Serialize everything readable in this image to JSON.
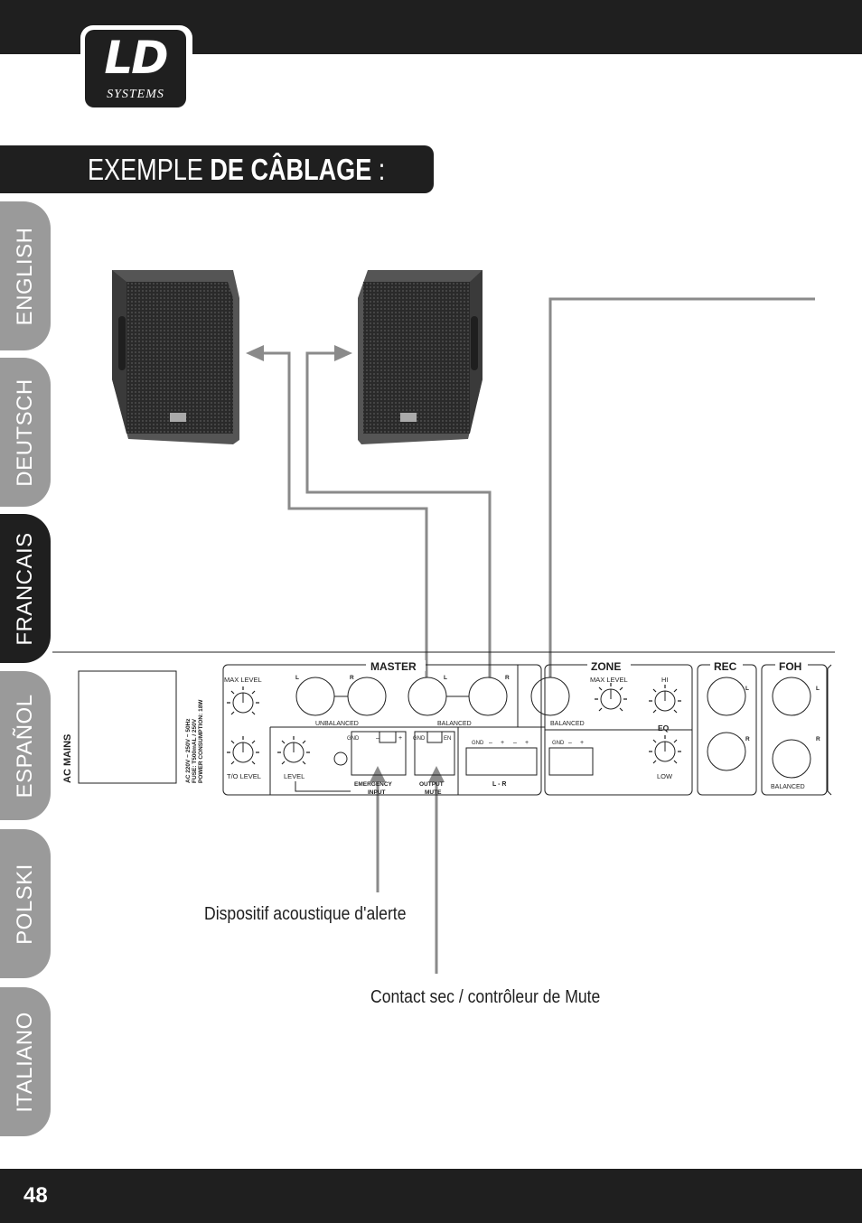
{
  "brand": {
    "logo_text": "LD",
    "logo_subtext": "SYSTEMS"
  },
  "page": {
    "title_light": "EXEMPLE",
    "title_bold": "DE CÂBLAGE",
    "title_suffix": " :",
    "number": "48"
  },
  "language_tabs": [
    {
      "label": "ENGLISH",
      "active": false
    },
    {
      "label": "DEUTSCH",
      "active": false
    },
    {
      "label": "FRANCAIS",
      "active": true
    },
    {
      "label": "ESPAÑOL",
      "active": false
    },
    {
      "label": "POLSKI",
      "active": false
    },
    {
      "label": "ITALIANO",
      "active": false
    }
  ],
  "panel": {
    "ac_mains": "AC MAINS",
    "spec_lines": [
      "AC 220V ~ 250V ~ 50Hz",
      "FUSE: T500mAL / 250V",
      "POWER CONSUMPTION: 18W"
    ],
    "sections": {
      "master": "MASTER",
      "zone": "ZONE",
      "rec": "REC",
      "foh": "FOH"
    },
    "labels": {
      "max_level": "MAX LEVEL",
      "to_level": "T/O LEVEL",
      "level": "LEVEL",
      "unbalanced": "UNBALANCED",
      "balanced": "BALANCED",
      "l": "L",
      "r": "R",
      "gnd": "GND",
      "minus": "–",
      "plus": "+",
      "en": "EN",
      "emergency_1": "EMERGENCY",
      "emergency_2": "INPUT",
      "output_1": "OUTPUT",
      "output_2": "MUTE",
      "lr": "L - R",
      "hi": "HI",
      "eq": "EQ",
      "low": "LOW"
    }
  },
  "captions": {
    "alert_device": "Dispositif acoustique d'alerte",
    "mute_controller": "Contact sec / contrôleur de Mute"
  },
  "colors": {
    "dark": "#1f1f1f",
    "tab_inactive": "#9a9a9a",
    "wire": "#8a8a8a"
  }
}
